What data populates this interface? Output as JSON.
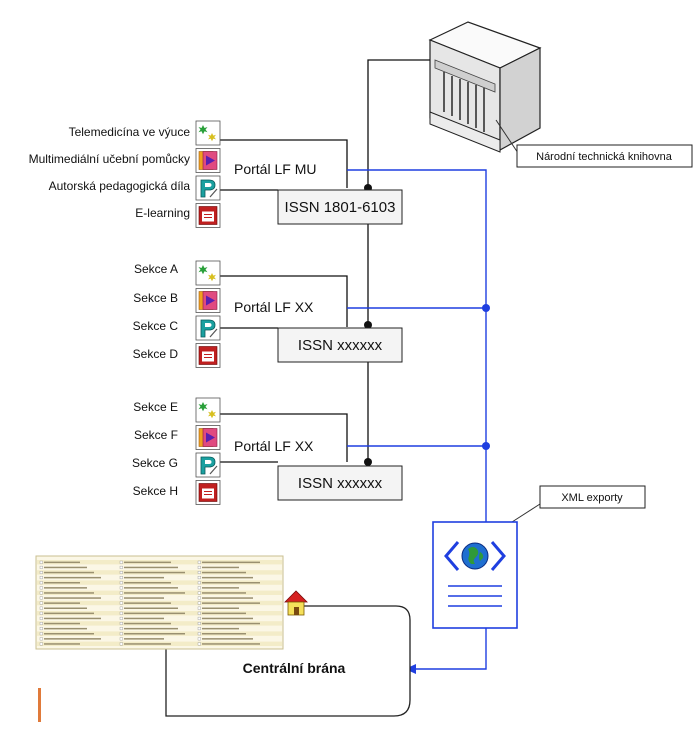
{
  "callouts": {
    "library": "Národní technická knihovna",
    "xml": "XML exporty"
  },
  "gateway": {
    "label": "Centrální brána"
  },
  "portal_groups": [
    {
      "portal_label": "Portál LF MU",
      "issn": "ISSN 1801-6103",
      "sections": [
        "Telemedicína ve výuce",
        "Multimediální učební pomůcky",
        "Autorská pedagogická díla",
        "E-learning"
      ]
    },
    {
      "portal_label": "Portál LF XX",
      "issn": "ISSN xxxxxx",
      "sections": [
        "Sekce A",
        "Sekce B",
        "Sekce C",
        "Sekce D"
      ]
    },
    {
      "portal_label": "Portál LF XX",
      "issn": "ISSN xxxxxx",
      "sections": [
        "Sekce E",
        "Sekce F",
        "Sekce G",
        "Sekce H"
      ]
    }
  ],
  "icons": [
    "star-sparkle-icon",
    "media-play-icon",
    "pedagogy-p-icon",
    "elearning-card-icon",
    "server-building-icon",
    "globe-document-icon",
    "home-icon"
  ],
  "colors": {
    "connector_blue": "#1f3fe0",
    "connector_black": "#111111",
    "box_fill": "#f4f4f4",
    "accent_orange": "#e07a3a"
  }
}
